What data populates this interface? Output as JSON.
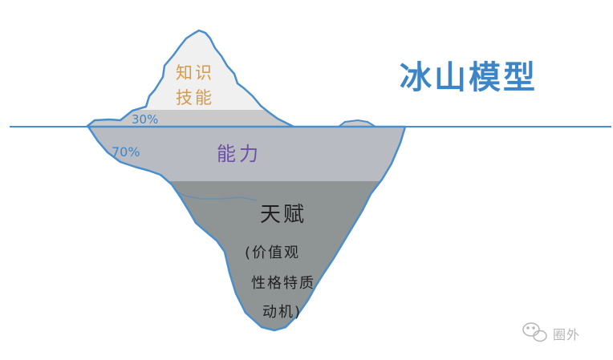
{
  "title": "冰山模型",
  "tip": {
    "line1": "知识",
    "line2": "技能",
    "percent": "30%"
  },
  "middle": {
    "label": "能力",
    "percent": "70%"
  },
  "bottom": {
    "label": "天赋",
    "lines": [
      "(价值观",
      "性格特质",
      "动机)"
    ]
  },
  "watermark": "圈外",
  "colors": {
    "outline": "#4a8fcc",
    "tip_top": "#f0f0f0",
    "tip_band": "#c9c9c9",
    "ability_band": "#b9bbc3",
    "talent": "#8f9494",
    "title": "#3c86c8",
    "tip_text": "#d69a4a",
    "ability_text": "#6f4fa7"
  }
}
